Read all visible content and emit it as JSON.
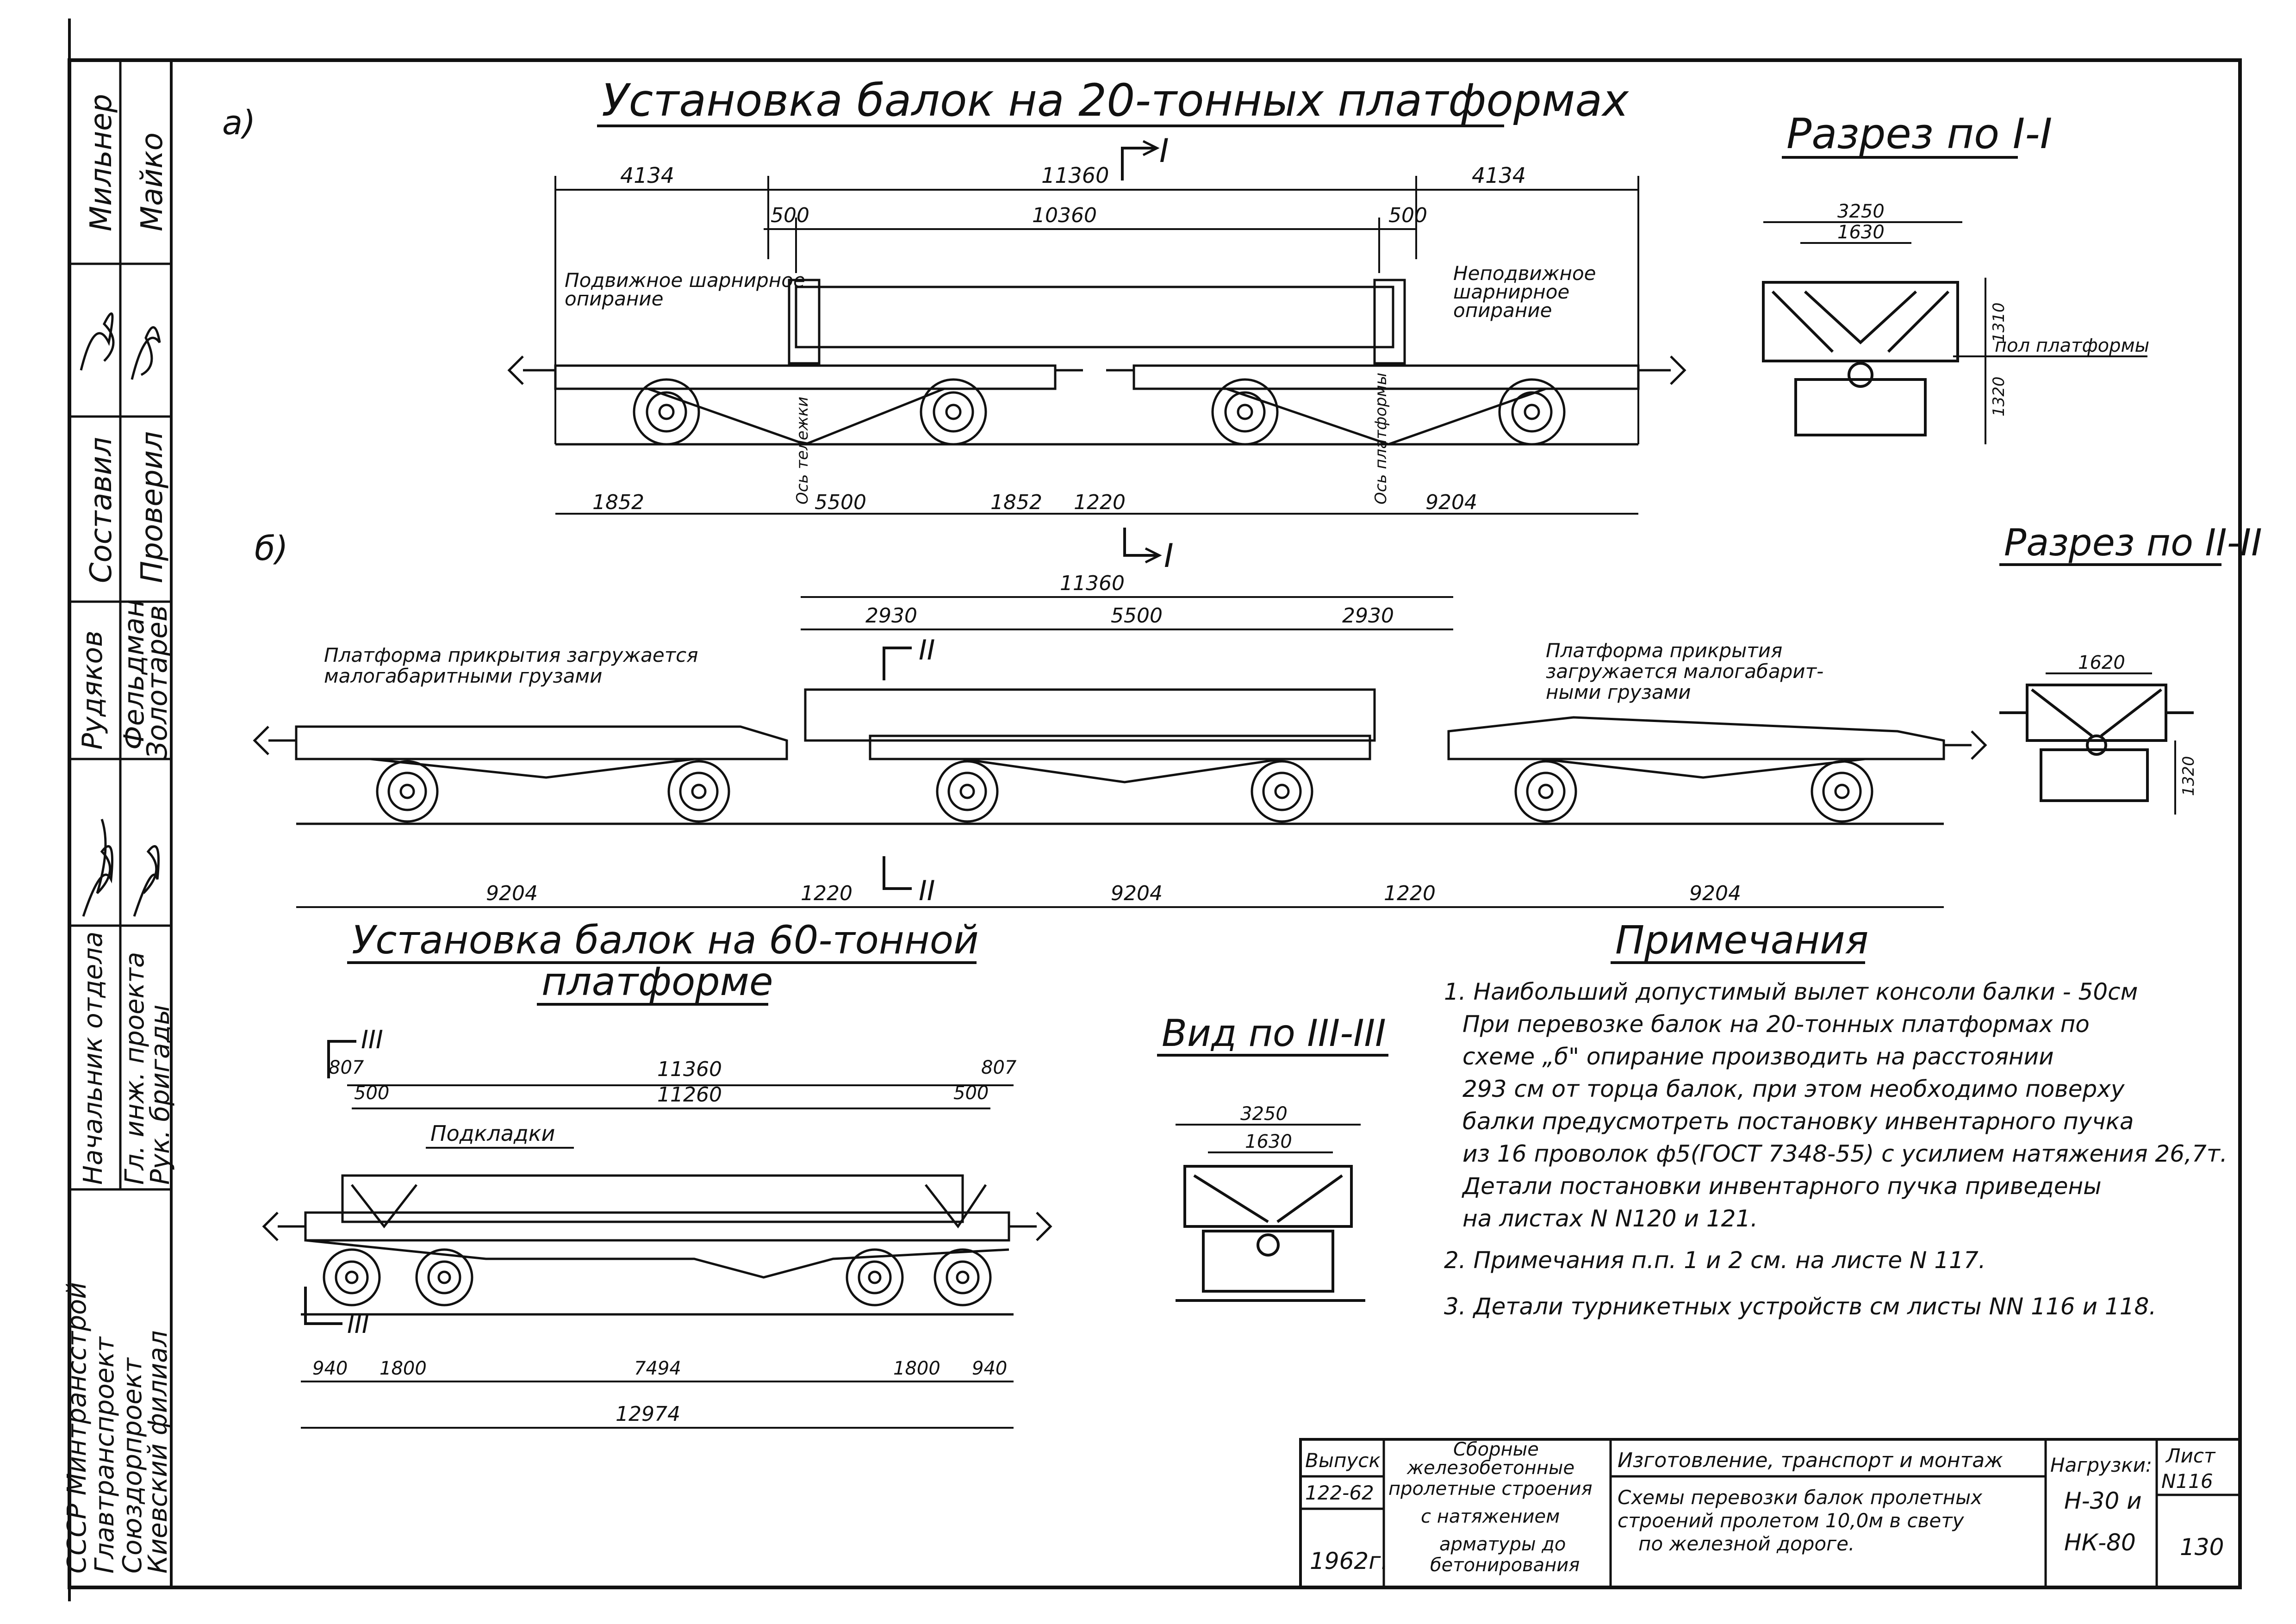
{
  "side_stamp": {
    "names": [
      "Мильнер",
      "Майко",
      "Составил",
      "Проверил",
      "Рудяков",
      "Фельдман",
      "Золотарев",
      "Начальник отдела",
      "Гл. инж. проекта",
      "Рук. бригады"
    ],
    "org": [
      "СССР Минтрансстрой",
      "Главтранспроект",
      "Союздорпроект",
      "Киевский филиал"
    ]
  },
  "section_a": {
    "letter": "а)",
    "title": "Установка балок на 20-тонных платформах",
    "section_mark": "I",
    "dims_top": [
      "4134",
      "11360",
      "4134"
    ],
    "dims_inner": [
      "500",
      "10360",
      "500"
    ],
    "label_left": [
      "Подвижное шарнирное",
      "опирание"
    ],
    "label_right": [
      "Неподвижное",
      "шарнирное",
      "опирание"
    ],
    "axis_left": "Ось тележки",
    "axis_right": "Ось платформы",
    "dims_bottom": [
      "1852",
      "5500",
      "1852",
      "1220",
      "9204"
    ]
  },
  "section_b": {
    "letter": "б)",
    "dims_top": [
      "11360"
    ],
    "dims_inner": [
      "2930",
      "5500",
      "2930"
    ],
    "section_mark": "II",
    "label_left": [
      "Платформа прикрытия загружается",
      "малогабаритными грузами"
    ],
    "label_right": [
      "Платформа прикрытия",
      "загружается малогабарит-",
      "ными грузами"
    ],
    "dims_bottom": [
      "9204",
      "1220",
      "9204",
      "1220",
      "9204"
    ]
  },
  "cut_1": {
    "title": "Разрез по I-I",
    "dims": [
      "3250",
      "1630"
    ],
    "heights": [
      "1310",
      "1320"
    ],
    "floor_label": "пол платформы"
  },
  "cut_2": {
    "title": "Разрез по II-II",
    "dims": [
      "1620"
    ],
    "heights": [
      "1320"
    ]
  },
  "section_c": {
    "title_line1": "Установка балок на 60-тонной",
    "title_line2": "платформе",
    "section_mark": "III",
    "dims_top": [
      "807",
      "11360",
      "807"
    ],
    "dims_inner": [
      "500",
      "11260",
      "500"
    ],
    "label_pads": "Подкладки",
    "dims_bottom": [
      "940",
      "1800",
      "7494",
      "1800",
      "940"
    ],
    "dims_total": [
      "12974"
    ]
  },
  "view_3": {
    "title": "Вид по III-III",
    "dims": [
      "3250",
      "1630"
    ]
  },
  "notes": {
    "title": "Примечания",
    "lines": [
      "1. Наибольший допустимый вылет консоли балки - 50см",
      "При перевозке балок на 20-тонных платформах по",
      "схеме „б\" опирание производить на расстоянии",
      "293 см от торца балок, при этом необходимо поверху",
      "балки предусмотреть постановку инвентарного пучка",
      "из 16 проволок ф5(ГОСТ 7348-55) с усилием натяжения 26,7т.",
      "Детали постановки инвентарного пучка приведены",
      "на листах N N120 и 121.",
      "2. Примечания п.п. 1 и 2 см. на листе N 117.",
      "3. Детали турникетных устройств см листы NN 116 и 118."
    ]
  },
  "title_block": {
    "issue_label": "Выпуск",
    "issue_number": "122-62",
    "year": "1962г.",
    "series": [
      "Сборные",
      "железобетонные",
      "пролетные строения",
      "с натяжением",
      "арматуры до",
      "бетонирования"
    ],
    "stage": "Изготовление, транспорт и монтаж",
    "description": [
      "Схемы перевозки балок пролетных",
      "строений пролетом 10,0м в свету",
      "по железной дороге."
    ],
    "loads_label": "Нагрузки:",
    "loads": [
      "Н-30 и",
      "НК-80"
    ],
    "sheet_label": "Лист",
    "sheet_number": "N116",
    "page": "130"
  }
}
